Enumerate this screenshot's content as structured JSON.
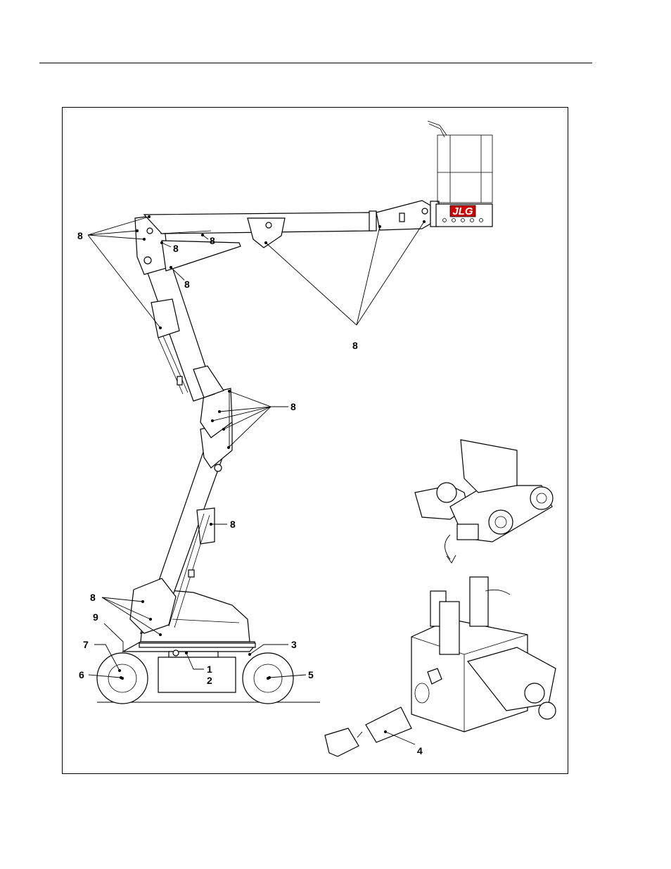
{
  "callouts": {
    "c1": "1",
    "c2": "2",
    "c3": "3",
    "c4": "4",
    "c5": "5",
    "c6": "6",
    "c7": "7",
    "c8": "8",
    "c9": "9"
  },
  "logo": "JLG"
}
